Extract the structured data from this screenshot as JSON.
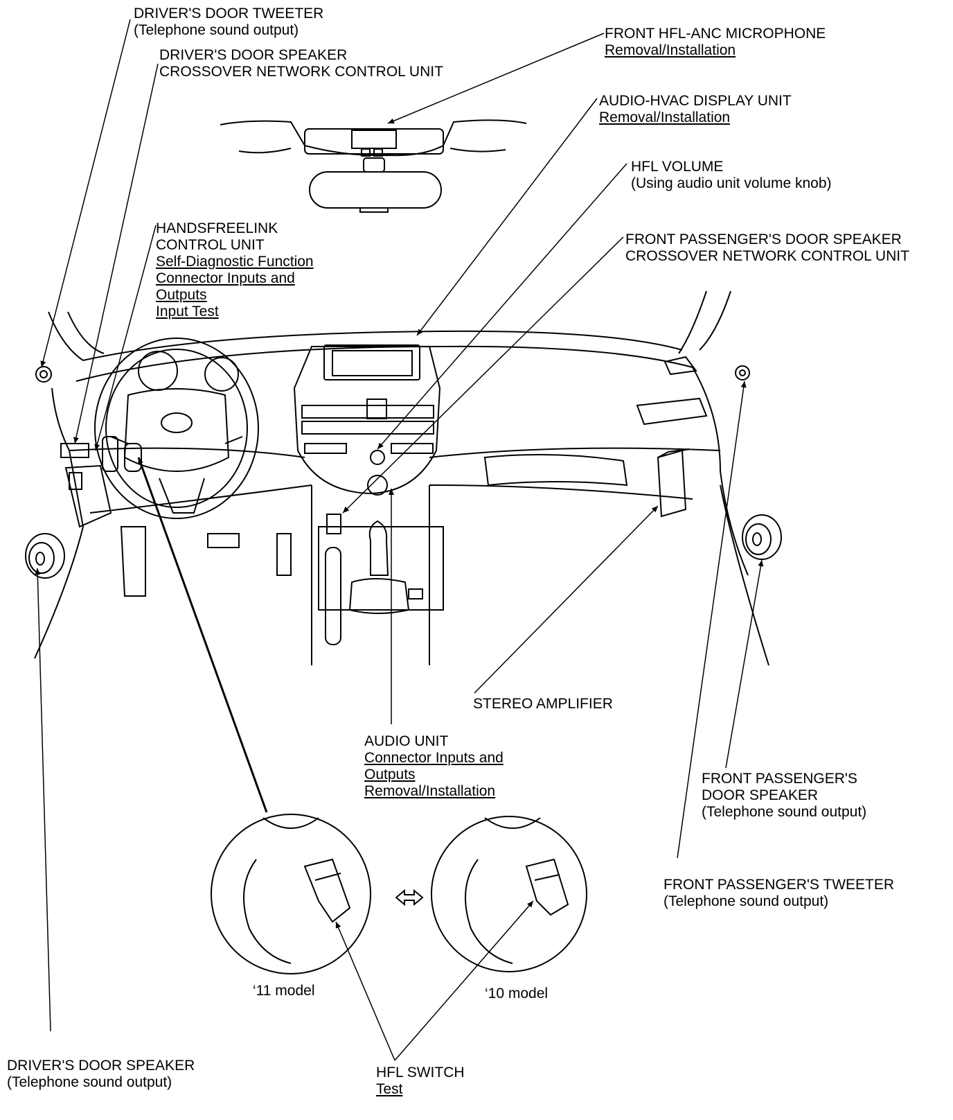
{
  "labels": {
    "drivers_door_tweeter": {
      "title": "DRIVER'S DOOR TWEETER",
      "sub": "(Telephone sound output)"
    },
    "drivers_door_speaker_crossover": {
      "line1": "DRIVER'S DOOR SPEAKER",
      "line2": "CROSSOVER NETWORK CONTROL UNIT"
    },
    "front_hfl_anc_microphone": {
      "title": "FRONT HFL-ANC MICROPHONE",
      "link": "Removal/Installation"
    },
    "audio_hvac_display_unit": {
      "title": "AUDIO-HVAC DISPLAY UNIT",
      "link": "Removal/Installation"
    },
    "hfl_volume": {
      "title": "HFL VOLUME",
      "sub": "(Using audio unit volume knob)"
    },
    "front_passenger_door_speaker_crossover": {
      "line1": "FRONT PASSENGER'S DOOR SPEAKER",
      "line2": "CROSSOVER NETWORK CONTROL UNIT"
    },
    "handsfreelink_control_unit": {
      "line1": "HANDSFREELINK",
      "line2": "CONTROL UNIT",
      "link1": "Self-Diagnostic Function",
      "link2a": "Connector Inputs and",
      "link2b": "Outputs",
      "link3": "Input Test"
    },
    "stereo_amplifier": {
      "title": "STEREO AMPLIFIER"
    },
    "audio_unit": {
      "title": "AUDIO UNIT",
      "link1a": "Connector Inputs and",
      "link1b": "Outputs",
      "link2": "Removal/Installation"
    },
    "front_passenger_door_speaker": {
      "line1": "FRONT PASSENGER'S",
      "line2": "DOOR SPEAKER",
      "sub": "(Telephone sound output)"
    },
    "front_passenger_tweeter": {
      "title": "FRONT PASSENGER'S TWEETER",
      "sub": "(Telephone sound output)"
    },
    "drivers_door_speaker": {
      "title": "DRIVER'S DOOR SPEAKER",
      "sub": "(Telephone sound output)"
    },
    "hfl_switch": {
      "title": "HFL SWITCH",
      "link": "Test"
    }
  },
  "insets": {
    "left_caption": "‘11 model",
    "right_caption": "‘10 model"
  }
}
